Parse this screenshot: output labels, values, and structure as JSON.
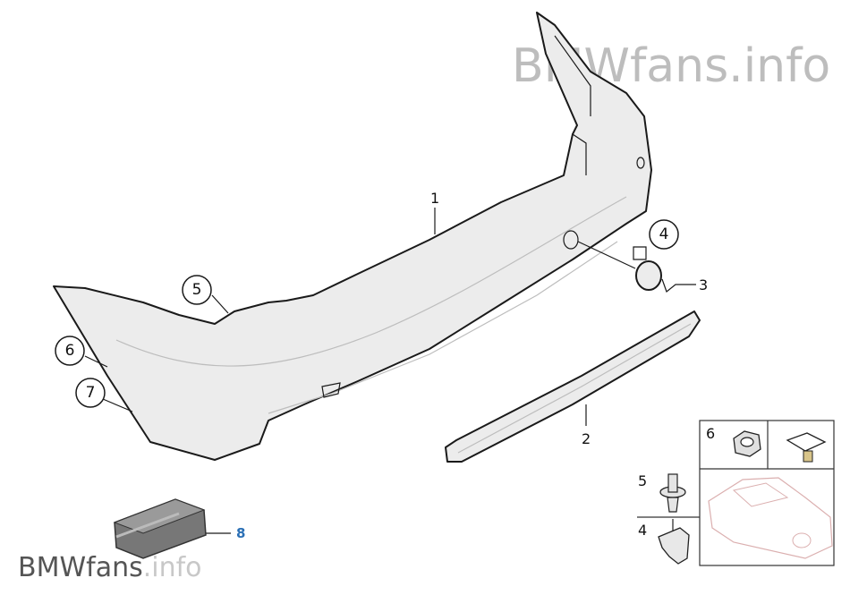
{
  "watermark_top": "BMWfans.info",
  "watermark_bottom": {
    "dark": "BMWfans",
    "light": ".info"
  },
  "callouts": {
    "c1": "1",
    "c2": "2",
    "c3": "3",
    "c4": "4",
    "c5": "5",
    "c6": "6",
    "c7": "7",
    "c8": "8"
  },
  "inset": {
    "label_6": "6",
    "label_5": "5",
    "label_4": "4"
  },
  "colors": {
    "part8_label": "#2a6fb5",
    "outline": "#1a1a1a",
    "fill": "#ececec"
  }
}
